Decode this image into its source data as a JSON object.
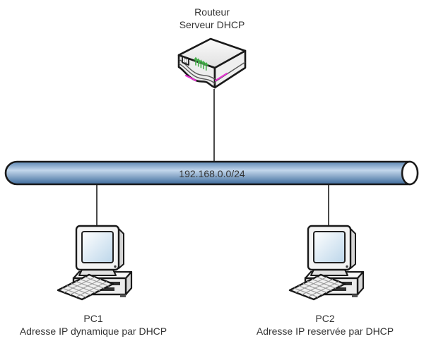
{
  "diagram": {
    "router": {
      "label_line1": "Routeur",
      "label_line2": "Serveur DHCP",
      "icon": "router-icon"
    },
    "network_bus": {
      "label": "192.168.0.0/24",
      "icon": "network-segment-icon"
    },
    "computers": [
      {
        "name": "PC1",
        "description": "Adresse IP dynamique par DHCP",
        "icon": "computer-icon"
      },
      {
        "name": "PC2",
        "description": "Adresse IP reservée par DHCP",
        "icon": "computer-icon"
      }
    ],
    "colors": {
      "text": "#333333",
      "outline": "#1a1a1a",
      "connector": "#4a4a4a",
      "bus_top": "#5c87b3",
      "bus_mid": "#c3d7ec",
      "bus_bottom": "#3d6b9c",
      "arrow_green": "#44ad49",
      "stripe_magenta": "#e632d2",
      "screen_blue": "#bcd6ea"
    }
  }
}
